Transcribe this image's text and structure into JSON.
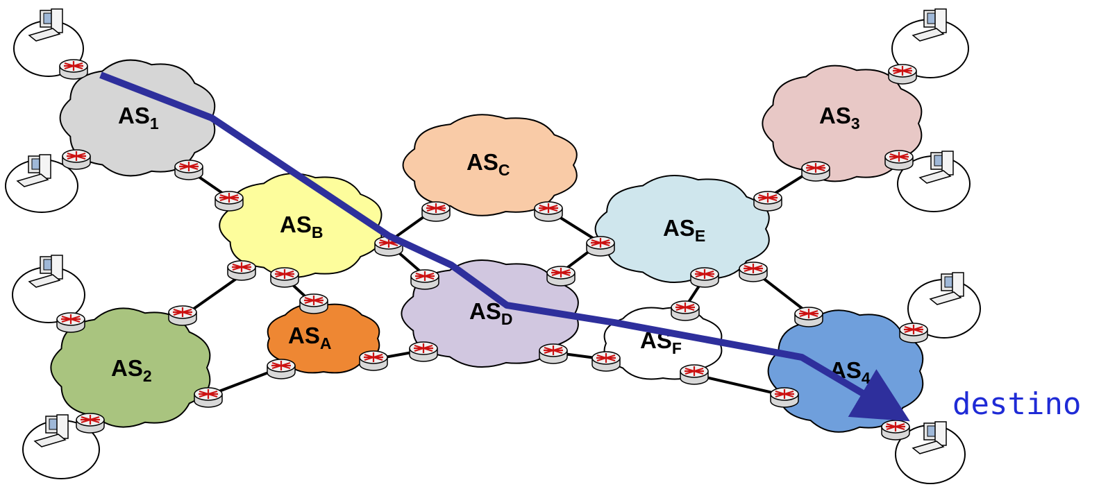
{
  "clouds": [
    {
      "key": "as1",
      "base": "AS",
      "sub": "1",
      "fill": "#d6d6d6"
    },
    {
      "key": "as2",
      "base": "AS",
      "sub": "2",
      "fill": "#a9c47f"
    },
    {
      "key": "as3",
      "base": "AS",
      "sub": "3",
      "fill": "#e8c8c6"
    },
    {
      "key": "as4",
      "base": "AS",
      "sub": "4",
      "fill": "#6f9fdc"
    },
    {
      "key": "asA",
      "base": "AS",
      "sub": "A",
      "fill": "#ee8733"
    },
    {
      "key": "asB",
      "base": "AS",
      "sub": "B",
      "fill": "#fdfd9c"
    },
    {
      "key": "asC",
      "base": "AS",
      "sub": "C",
      "fill": "#f9cba7"
    },
    {
      "key": "asD",
      "base": "AS",
      "sub": "D",
      "fill": "#d1c7e0"
    },
    {
      "key": "asE",
      "base": "AS",
      "sub": "E",
      "fill": "#cfe6ed"
    },
    {
      "key": "asF",
      "base": "AS",
      "sub": "F",
      "fill": "#ffffff"
    }
  ],
  "destination": {
    "label": "destino"
  },
  "colors": {
    "path": "#2e2f9c",
    "destination_text": "#1f2bd6",
    "router_top": "#f0f0f0",
    "router_arrows": "#cc1111",
    "link": "#000000"
  },
  "icons": {
    "router": "router-icon",
    "computer": "computer-icon"
  }
}
